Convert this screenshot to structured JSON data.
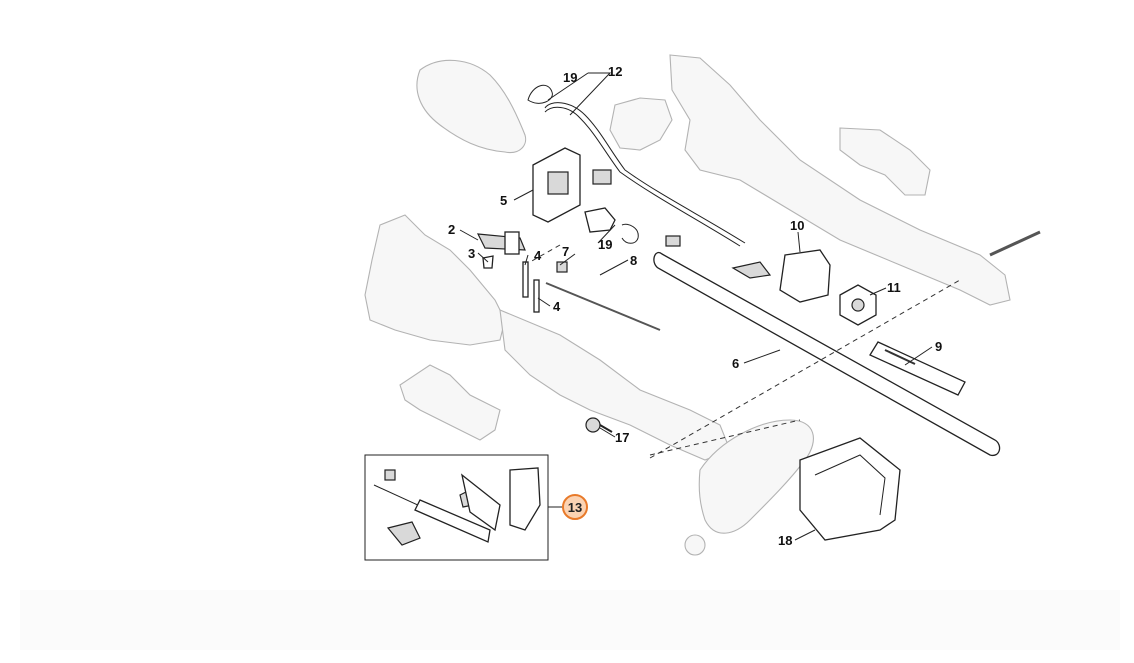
{
  "callouts": [
    {
      "id": "12",
      "label": "12"
    },
    {
      "id": "19a",
      "label": "19"
    },
    {
      "id": "5",
      "label": "5"
    },
    {
      "id": "2",
      "label": "2"
    },
    {
      "id": "3",
      "label": "3"
    },
    {
      "id": "4a",
      "label": "4"
    },
    {
      "id": "4b",
      "label": "4"
    },
    {
      "id": "19b",
      "label": "19"
    },
    {
      "id": "7",
      "label": "7"
    },
    {
      "id": "8",
      "label": "8"
    },
    {
      "id": "10",
      "label": "10"
    },
    {
      "id": "11",
      "label": "11"
    },
    {
      "id": "9",
      "label": "9"
    },
    {
      "id": "6",
      "label": "6"
    },
    {
      "id": "17",
      "label": "17"
    },
    {
      "id": "18",
      "label": "18"
    }
  ],
  "highlighted_callout": {
    "label": "13",
    "color": "#e87a2a",
    "fill": "#fbd3b3"
  }
}
